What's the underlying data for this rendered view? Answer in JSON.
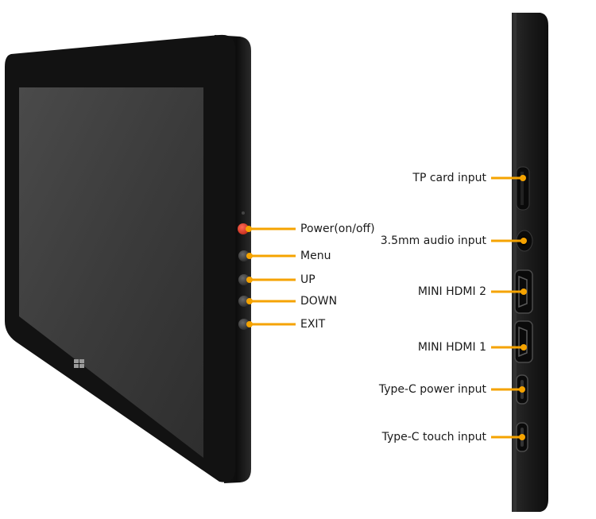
{
  "colors": {
    "leader_line": "#f5a300",
    "power_button": "#e83a2a",
    "bezel": "#141414",
    "screen": "#3a3a3a",
    "side_body": "#1b1b1b"
  },
  "front_view": {
    "buttons": [
      {
        "id": "power",
        "label": "Power(on/off)",
        "icon": "power-button-icon"
      },
      {
        "id": "menu",
        "label": "Menu",
        "icon": "menu-button-icon"
      },
      {
        "id": "up",
        "label": "UP",
        "icon": "up-button-icon"
      },
      {
        "id": "down",
        "label": "DOWN",
        "icon": "down-button-icon"
      },
      {
        "id": "exit",
        "label": "EXIT",
        "icon": "exit-button-icon"
      }
    ],
    "logo": "windows-logo-icon"
  },
  "side_view": {
    "ports": [
      {
        "id": "tp-card",
        "label": "TP card input",
        "icon": "tf-card-slot-icon"
      },
      {
        "id": "audio",
        "label": "3.5mm audio input",
        "icon": "audio-jack-icon"
      },
      {
        "id": "mini-hdmi-2",
        "label": "MINI HDMI 2",
        "icon": "mini-hdmi-port-icon"
      },
      {
        "id": "mini-hdmi-1",
        "label": "MINI HDMI 1",
        "icon": "mini-hdmi-port-icon"
      },
      {
        "id": "typec-power",
        "label": "Type-C power input",
        "icon": "usb-c-port-icon"
      },
      {
        "id": "typec-touch",
        "label": "Type-C touch input",
        "icon": "usb-c-port-icon"
      }
    ]
  }
}
